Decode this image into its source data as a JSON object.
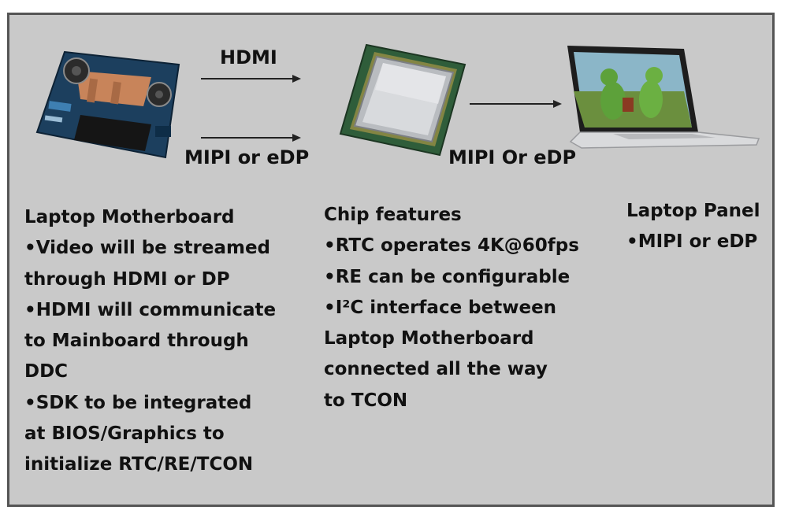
{
  "flow": {
    "arrow_top_label": "HDMI",
    "arrow_bottom_label": "MIPI or eDP",
    "arrow_right_label": "MIPI Or eDP"
  },
  "columns": {
    "motherboard": {
      "lines": [
        "Laptop Motherboard",
        "•Video will be streamed",
        "through HDMI or DP",
        "•HDMI will communicate",
        "to Mainboard through",
        "DDC",
        "•SDK to be integrated",
        "at  BIOS/Graphics to",
        "initialize RTC/RE/TCON"
      ]
    },
    "chip": {
      "lines": [
        "Chip features",
        "•RTC operates 4K@60fps",
        "•RE can be configurable",
        "•I²C interface between",
        "Laptop Motherboard",
        "connected all the way",
        "to TCON"
      ]
    },
    "panel": {
      "lines": [
        "Laptop Panel",
        "•MIPI or eDP"
      ]
    }
  },
  "colors": {
    "background": "#c9c9c9",
    "border": "#555555",
    "text": "#111111"
  },
  "icons": [
    "motherboard-image",
    "chip-image",
    "laptop-image",
    "arrow-icon"
  ]
}
